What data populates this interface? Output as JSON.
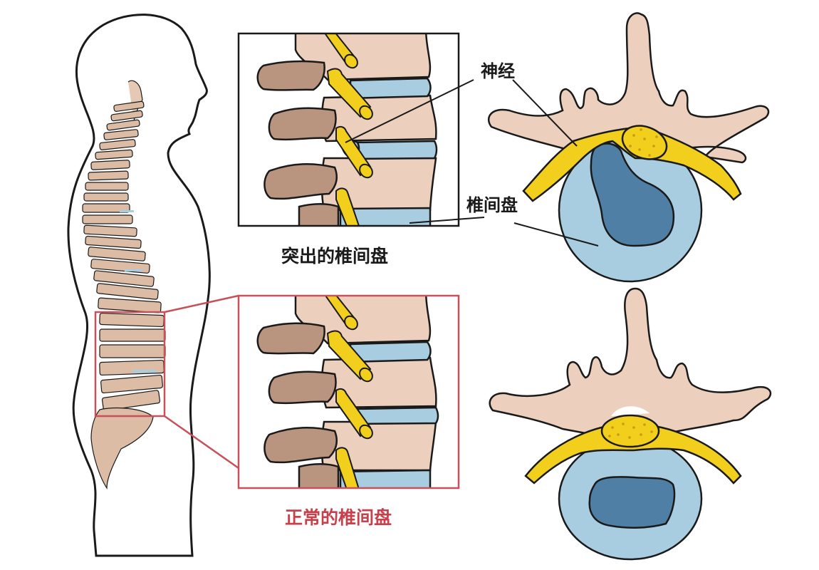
{
  "diagram": {
    "type": "medical-illustration",
    "subject": "herniated vs normal intervertebral disc",
    "labels": {
      "nerve": "神经",
      "disc": "椎间盘",
      "herniated_caption": "突出的椎间盘",
      "normal_caption": "正常的椎间盘"
    },
    "panels": [
      {
        "id": "body-silhouette",
        "description": "side view of human body with spine, lumbar region highlighted"
      },
      {
        "id": "herniated-side-view",
        "caption_key": "herniated_caption"
      },
      {
        "id": "normal-side-view",
        "caption_key": "normal_caption"
      },
      {
        "id": "herniated-top-view"
      },
      {
        "id": "normal-top-view"
      }
    ],
    "colors": {
      "outline": "#1a1a1a",
      "bone": "#ecd0bd",
      "bone_dark": "#b9957f",
      "disc": "#a9cde0",
      "nucleus": "#4f7fa5",
      "nerve": "#f2cf1d",
      "highlight_box": "#c8505a",
      "normal_caption": "#c8404c",
      "herniated_caption": "#1a1a1a"
    }
  }
}
